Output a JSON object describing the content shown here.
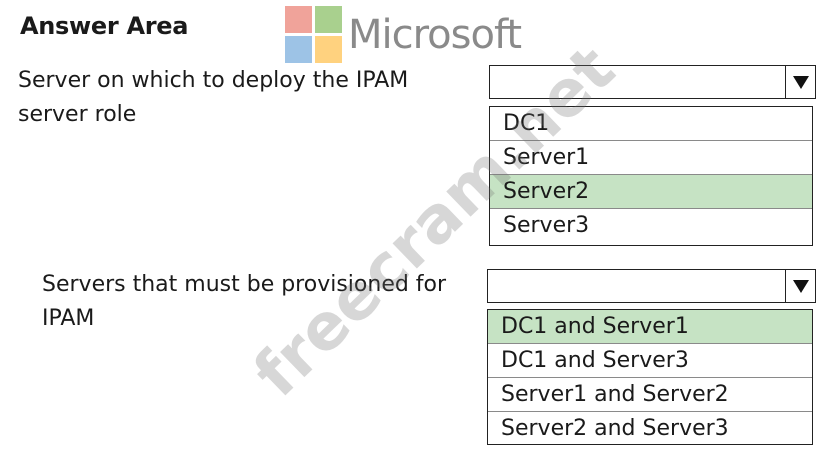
{
  "heading": "Answer Area",
  "logo": {
    "text": "Microsoft",
    "colors": [
      "#f0a39a",
      "#a9d08e",
      "#9dc3e6",
      "#ffd27f"
    ]
  },
  "watermark": "freecram.net",
  "questions": [
    {
      "prompt_line1": "Server on which to deploy the IPAM",
      "prompt_line2": "server role",
      "selected_value": "",
      "options": [
        "DC1",
        "Server1",
        "Server2",
        "Server3"
      ],
      "highlighted": "Server2"
    },
    {
      "prompt_line1": "Servers that must be provisioned for",
      "prompt_line2": "IPAM",
      "selected_value": "",
      "options": [
        "DC1 and Server1",
        "DC1 and Server3",
        "Server1 and Server2",
        "Server2 and Server3"
      ],
      "highlighted": "DC1 and Server1"
    }
  ],
  "colors": {
    "highlight": "#c6e3c4",
    "border": "#222222"
  }
}
